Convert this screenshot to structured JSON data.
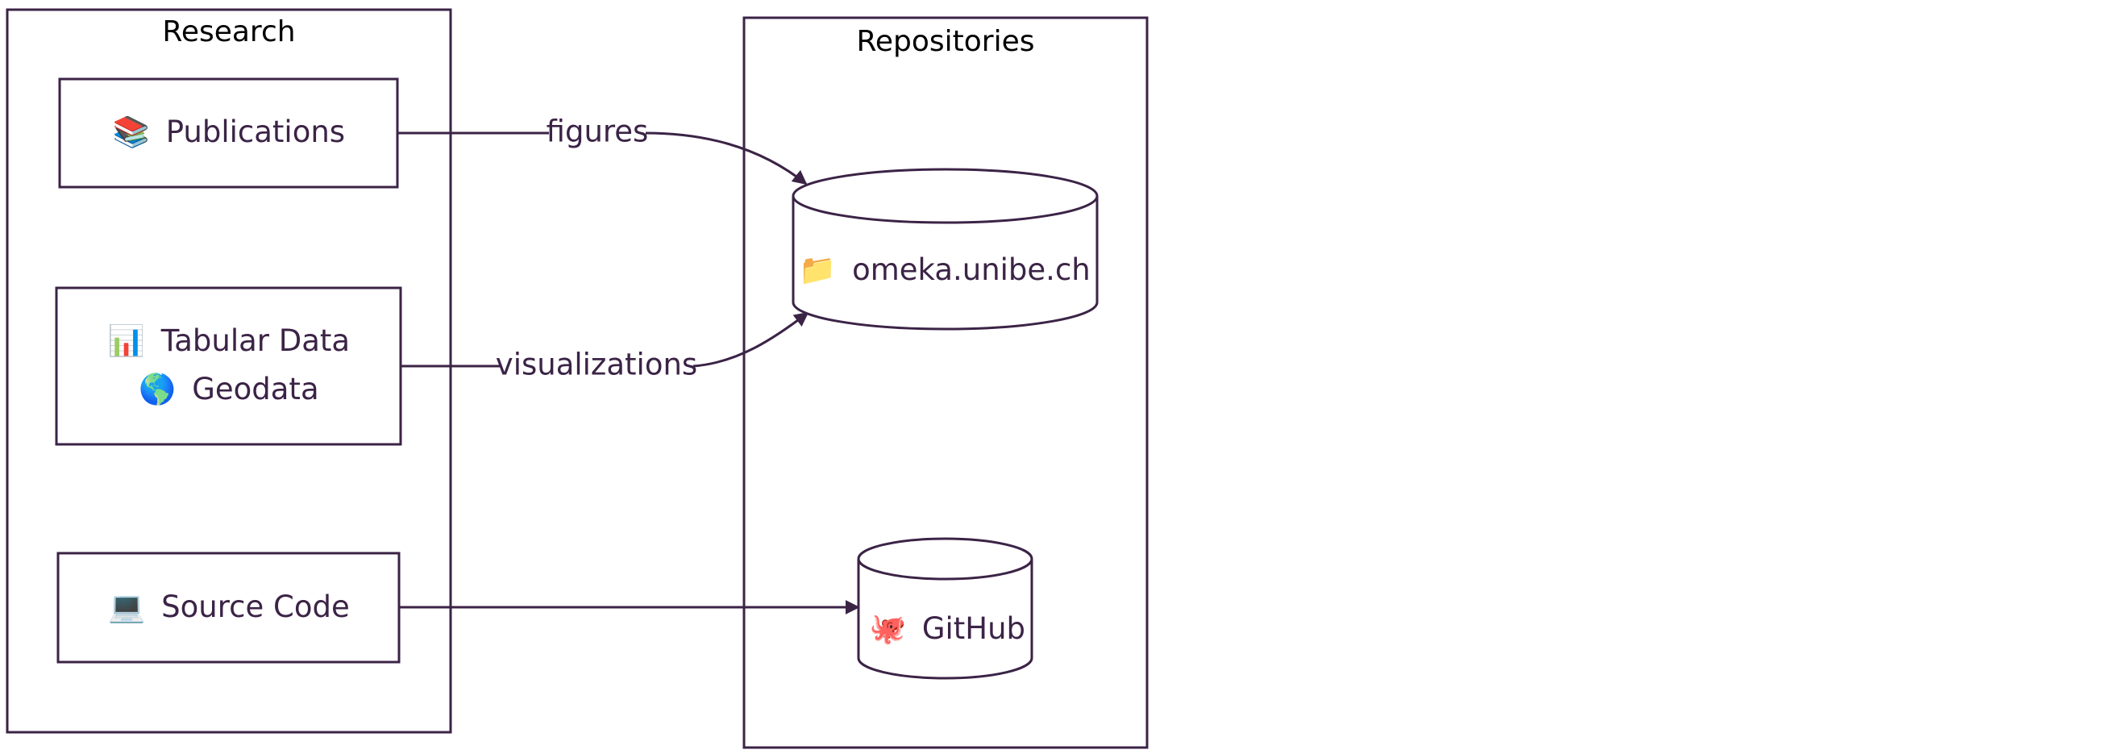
{
  "clusters": {
    "research": {
      "title": "Research"
    },
    "repositories": {
      "title": "Repositories"
    }
  },
  "nodes": {
    "publications": {
      "icon": "📚",
      "icon_name": "books-icon",
      "label": "Publications"
    },
    "tabular": {
      "icon": "📊",
      "icon_name": "bar-chart-icon",
      "label": "Tabular Data"
    },
    "geodata": {
      "icon": "🌎",
      "icon_name": "globe-americas-icon",
      "label": "Geodata"
    },
    "source_code": {
      "icon": "💻",
      "icon_name": "laptop-icon",
      "label": "Source Code"
    },
    "omeka": {
      "icon": "📁",
      "icon_name": "folder-icon",
      "label": "omeka.unibe.ch"
    },
    "github": {
      "icon": "🐙",
      "icon_name": "octopus-icon",
      "label": "GitHub"
    }
  },
  "edges": [
    {
      "from": "Publications",
      "to": "omeka.unibe.ch",
      "label": "figures"
    },
    {
      "from": "Tabular Data / Geodata",
      "to": "omeka.unibe.ch",
      "label": "visualizations"
    },
    {
      "from": "Source Code",
      "to": "GitHub",
      "label": ""
    }
  ],
  "colors": {
    "stroke": "#3b2346",
    "text": "#3b2346",
    "background": "#ffffff"
  }
}
